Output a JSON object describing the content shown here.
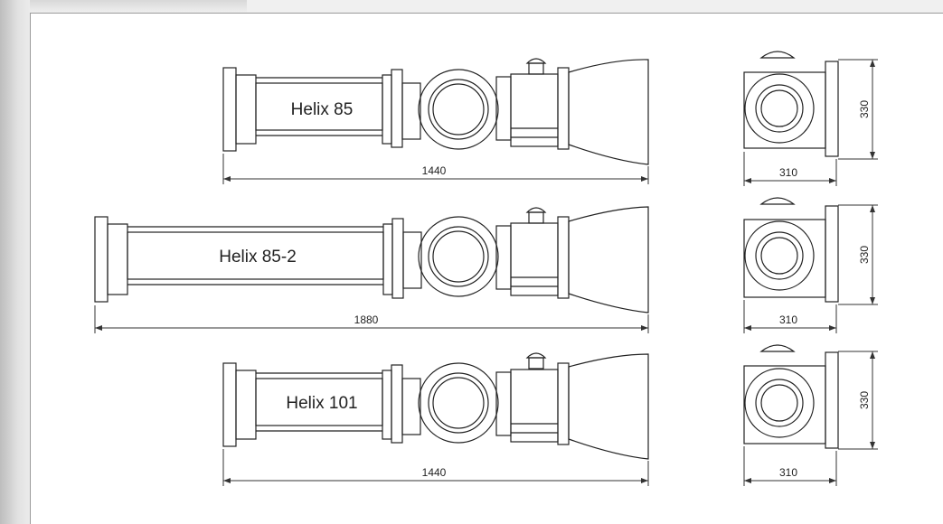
{
  "models": [
    {
      "name": "Helix 85",
      "length": "1440",
      "width": "310",
      "height": "330"
    },
    {
      "name": "Helix 85-2",
      "length": "1880",
      "width": "310",
      "height": "330"
    },
    {
      "name": "Helix 101",
      "length": "1440",
      "width": "310",
      "height": "330"
    }
  ]
}
